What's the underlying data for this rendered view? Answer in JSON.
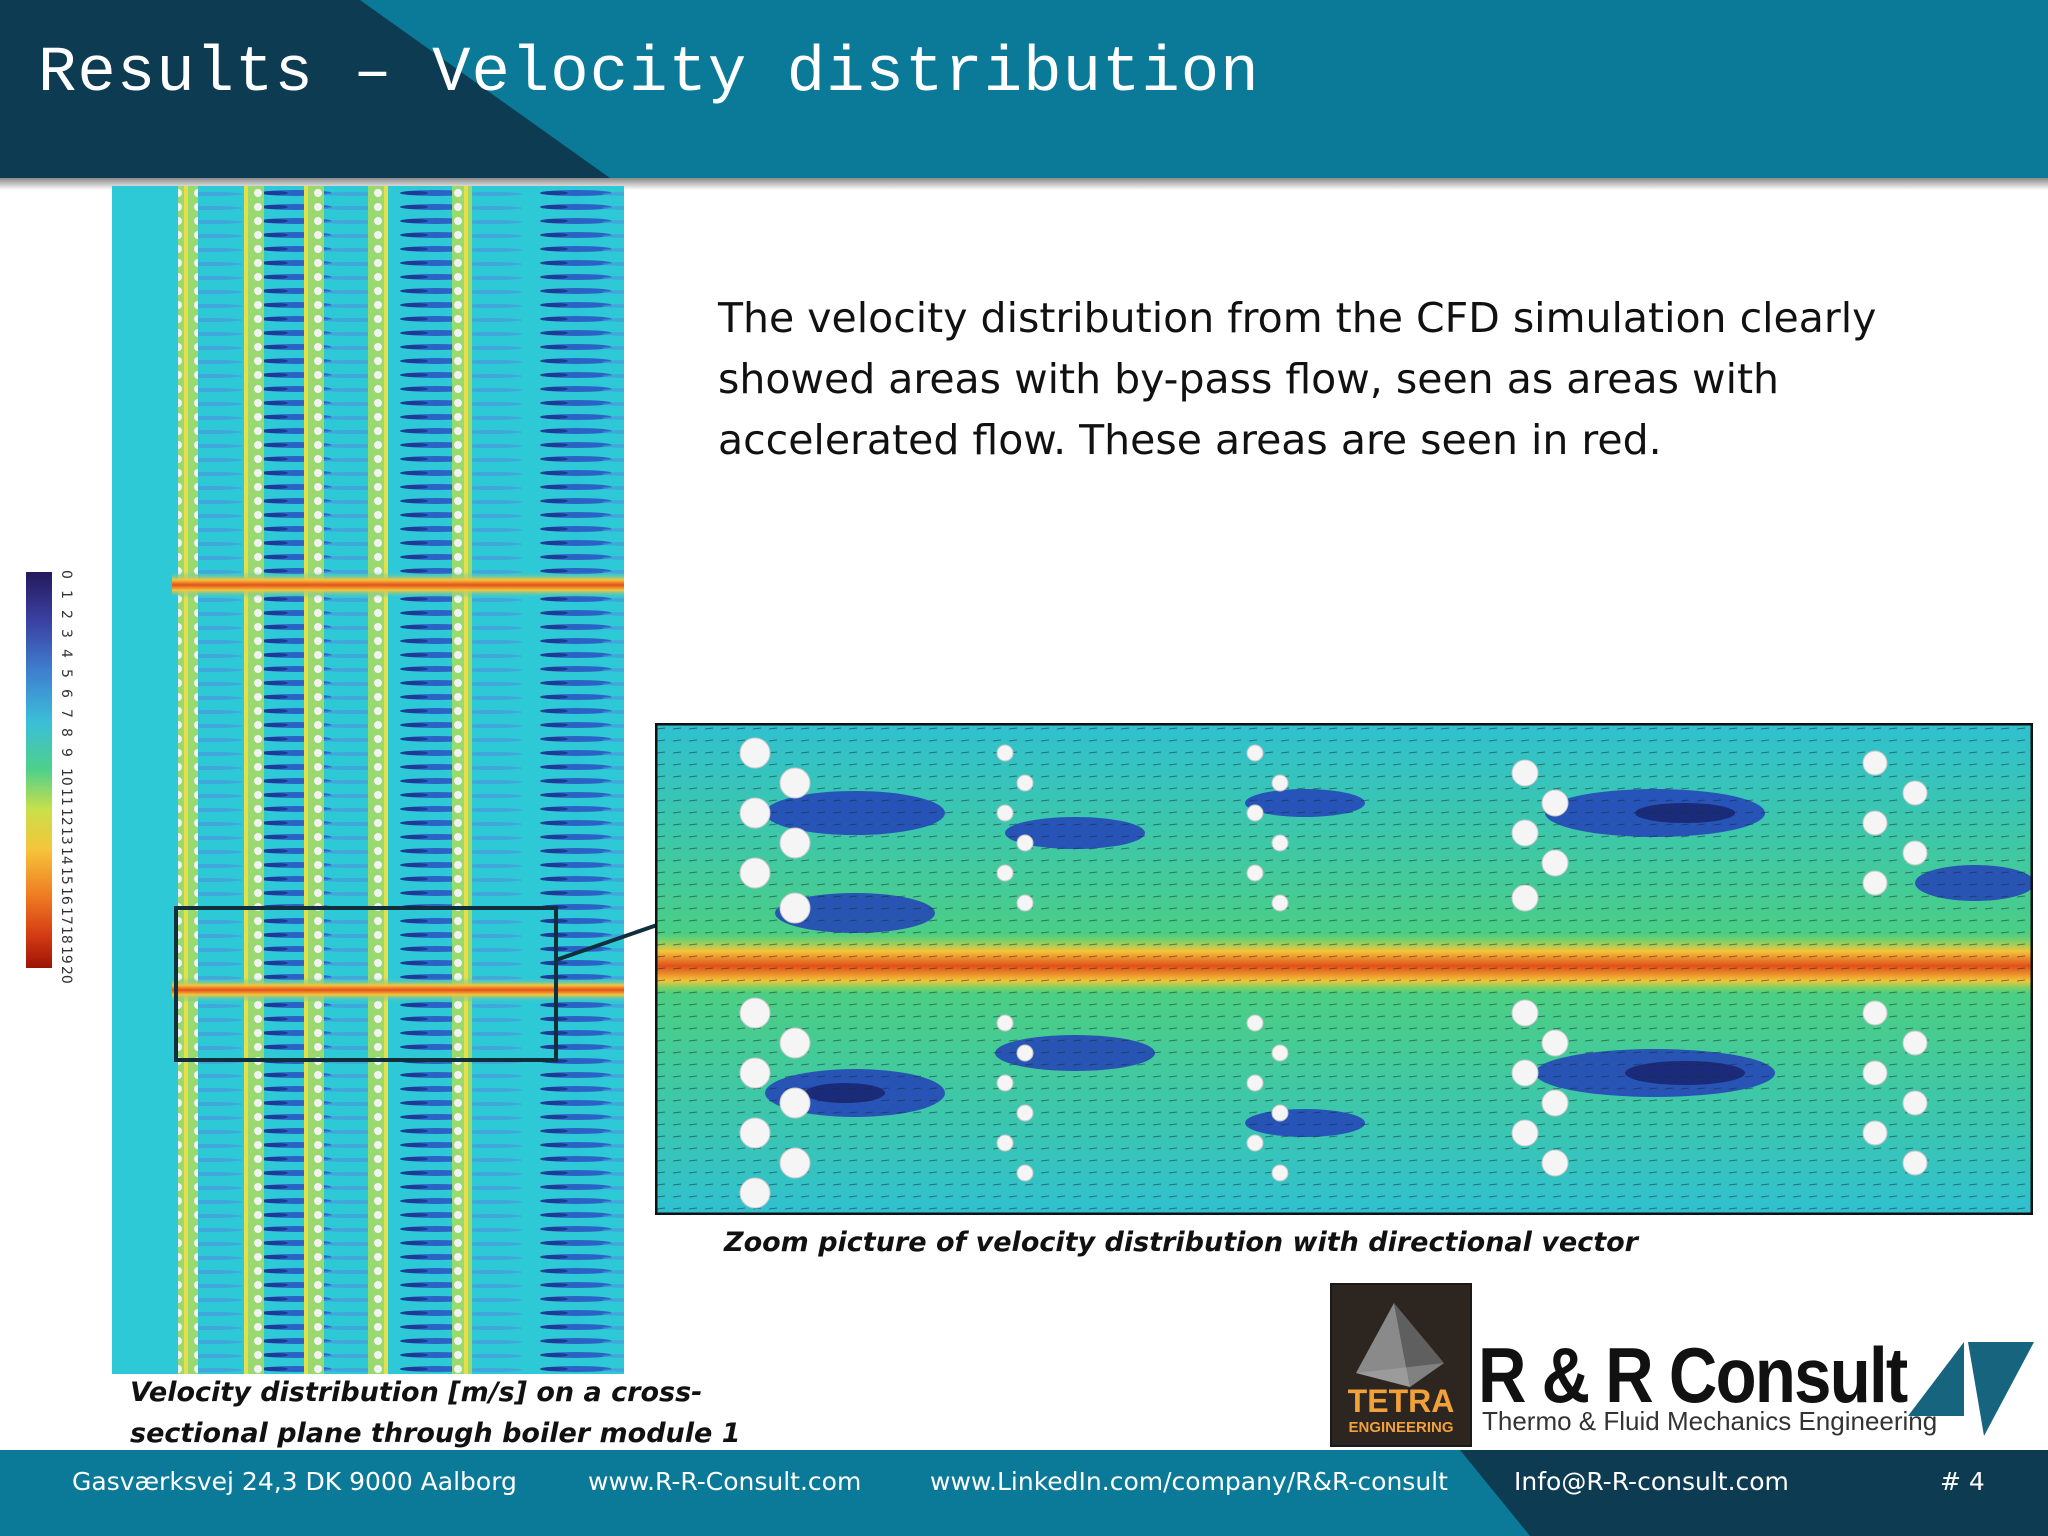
{
  "header": {
    "title": "Results – Velocity distribution"
  },
  "body": {
    "paragraph": "The velocity distribution from the CFD simulation clearly showed areas with by-pass flow, seen as areas with accelerated flow. These areas are seen in red."
  },
  "figures": {
    "left_caption": "Velocity distribution [m/s] on a cross-sectional plane through boiler module 1",
    "zoom_caption": "Zoom picture of velocity distribution with directional vector",
    "colorbar_labels": [
      "0",
      "1",
      "2",
      "3",
      "4",
      "5",
      "6",
      "7",
      "8",
      "9",
      "10",
      "11",
      "12",
      "13",
      "14",
      "15",
      "16",
      "17",
      "18",
      "19",
      "20"
    ]
  },
  "logos": {
    "tetra_line1": "TETRA",
    "tetra_line2": "ENGINEERING",
    "rr_name": "R & R Consult",
    "rr_tagline": "Thermo & Fluid Mechanics Engineering"
  },
  "footer": {
    "address": "Gasværksvej 24,3  DK 9000 Aalborg",
    "website": "www.R-R-Consult.com",
    "linkedin": "www.LinkedIn.com/company/R&R-consult",
    "email": "Info@R-R-consult.com",
    "page": "# 4"
  },
  "colors": {
    "brand_teal": "#0b7a99",
    "brand_dark": "#0d3c52"
  }
}
